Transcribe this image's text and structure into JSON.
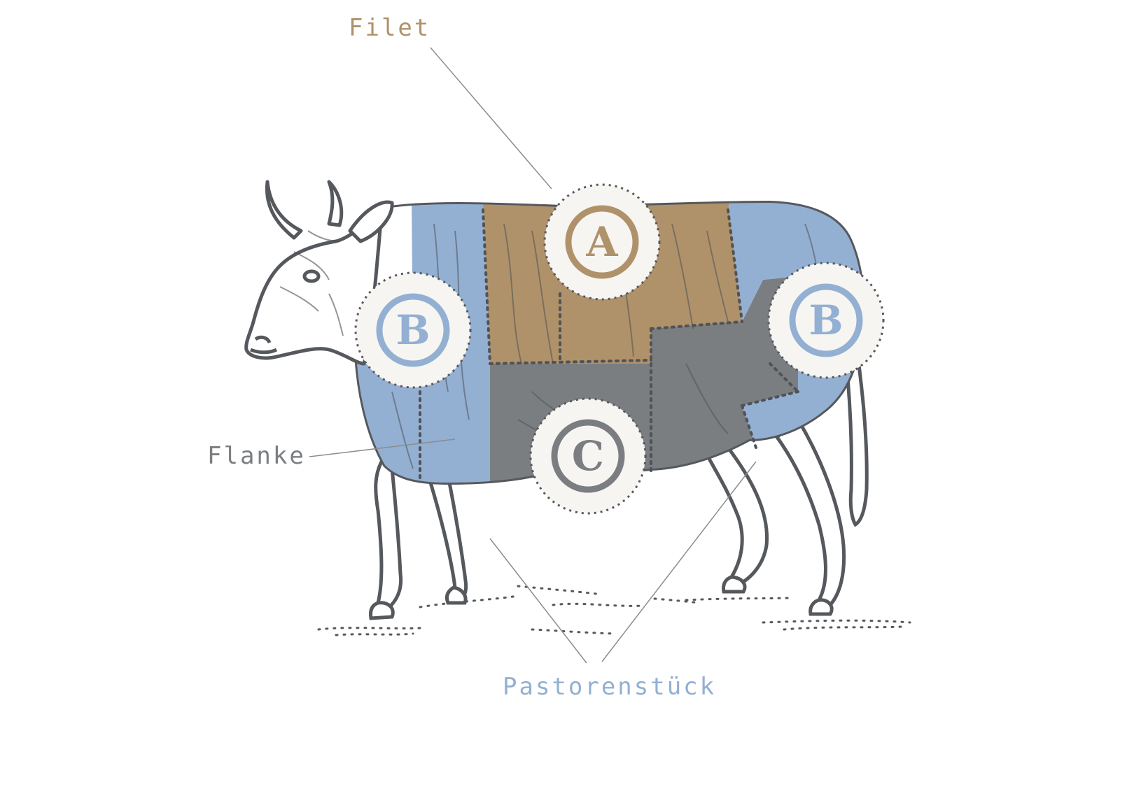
{
  "labels": {
    "filet": "Filet",
    "flanke": "Flanke",
    "pastorenstueck": "Pastorenstück"
  },
  "badges": {
    "a": "A",
    "b_front": "B",
    "b_rear": "B",
    "c": "C"
  },
  "colors": {
    "filet": "#b0926a",
    "flanke": "#7b7e81",
    "pastorenstueck": "#93b0d3",
    "outline": "#55585c",
    "badge_fill": "#f7f5f2"
  }
}
